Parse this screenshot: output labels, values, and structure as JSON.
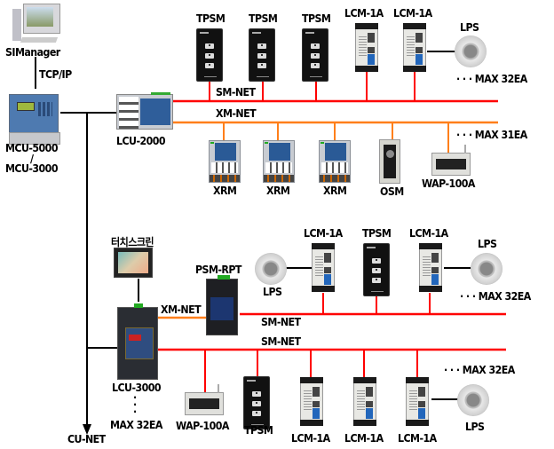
{
  "diagram": {
    "colors": {
      "sm_net": "#ff0000",
      "xm_net": "#ff7f1a",
      "cu_net": "#000000"
    },
    "top": {
      "pc_label": "SIManager",
      "tcp_label": "TCP/IP",
      "mcu_label_1": "MCU-5000",
      "mcu_label_sep": "/",
      "mcu_label_2": "MCU-3000",
      "lcu_label": "LCU-2000",
      "sm_net_label": "SM-NET",
      "xm_net_label": "XM-NET",
      "sm_devices": [
        "TPSM",
        "TPSM",
        "TPSM",
        "LCM-1A",
        "LCM-1A"
      ],
      "lps_label": "LPS",
      "sm_max": "· · ·   MAX 32EA",
      "xm_devices": [
        "XRM",
        "XRM",
        "XRM",
        "OSM",
        "WAP-100A"
      ],
      "xm_max": "· · ·   MAX 31EA"
    },
    "bottom": {
      "touch_label": "터치스크린",
      "psm_label": "PSM-RPT",
      "xm_net_label": "XM-NET",
      "lcu_label": "LCU-3000",
      "lcu_dots": ":",
      "lcu_max": "MAX 32EA",
      "cu_net_label": "CU-NET",
      "upper_sm_net_label": "SM-NET",
      "upper_devices": [
        "LCM-1A",
        "TPSM",
        "LCM-1A"
      ],
      "upper_lps_left": "LPS",
      "upper_lps_right": "LPS",
      "upper_max": "· · ·   MAX 32EA",
      "lower_sm_net_label": "SM-NET",
      "lower_devices": [
        "WAP-100A",
        "TPSM",
        "LCM-1A",
        "LCM-1A",
        "LCM-1A"
      ],
      "lower_lps": "LPS",
      "lower_max": "· · ·   MAX 32EA"
    }
  }
}
